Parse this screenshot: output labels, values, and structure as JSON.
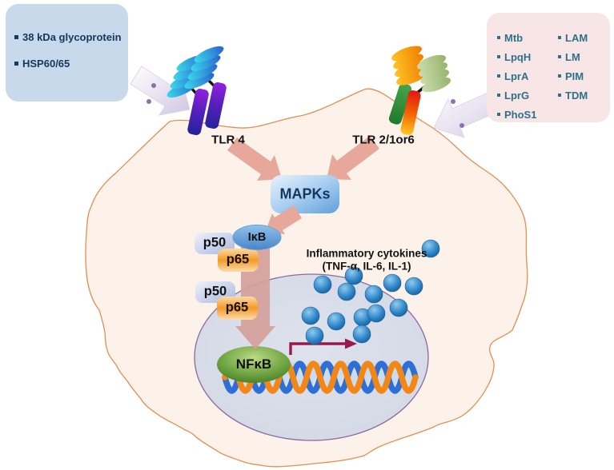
{
  "diagram_subject": "TLR signaling pathway in a macrophage leading to NFκB activation and inflammatory cytokine production",
  "ligand_box_tlr4": {
    "items": [
      "38 kDa glycoprotein",
      "HSP60/65"
    ]
  },
  "ligand_box_tlr2": {
    "column1": [
      "Mtb",
      "LpqH",
      "LprA",
      "LprG",
      "PhoS1"
    ],
    "column2": [
      "LAM",
      "LM",
      "PIM",
      "TDM"
    ]
  },
  "receptors": {
    "tlr4_label": "TLR 4",
    "tlr2_label": "TLR 2/1or6"
  },
  "signaling": {
    "mapks": "MAPKs",
    "ikb": "IκB",
    "p50": "p50",
    "p65": "p65",
    "nfkb": "NFκB"
  },
  "cytokines": {
    "title": "Inflammatory cytokines",
    "subtitle": "(TNF-α, IL-6, IL-1)",
    "sphere_count": 14
  },
  "colors": {
    "cell_fill": "#fdf2ea",
    "cell_stroke": "#df8f52",
    "nucleus_fill": "#d8dde9",
    "nucleus_stroke": "#8a6aa0",
    "salmon_arrow": "#e7a79a",
    "big_arrow": "#d5a09a",
    "transcription_arrow": "#99194d",
    "sphere_blue": "#2f86c8",
    "dna_orange": "#f28718",
    "dna_blue": "#2e6fd6",
    "tlr4_ligand_box": "#c7d9eb",
    "tlr2_ligand_box": "#f8e6e6",
    "tlr4_box_text": "#17365e",
    "tlr2_box_text": "#2d7189"
  }
}
